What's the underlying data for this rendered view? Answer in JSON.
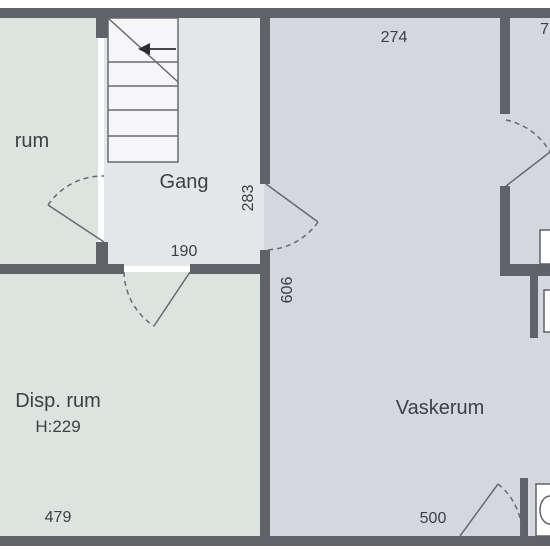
{
  "colors": {
    "wall": "#5f6268",
    "room_green": "#dbe4de",
    "room_grey": "#d6d7dd",
    "hall": "#e5e6ea",
    "stair": "#f6f6f8",
    "door": "#666a70",
    "text": "#3c3f44"
  },
  "rooms": {
    "left_room_label": "rum",
    "hall_label": "Gang",
    "storage_label": "Disp. rum",
    "storage_height": "H:229",
    "laundry_label": "Vaskerum"
  },
  "dimensions": {
    "top_width": "274",
    "top_right_fragment": "7",
    "hall_height": "283",
    "hall_width": "190",
    "wall_length": "606",
    "storage_width": "479",
    "laundry_width": "500"
  },
  "icons": {
    "stair_arrow": "arrow-left-icon",
    "toilet": "toilet-icon"
  }
}
